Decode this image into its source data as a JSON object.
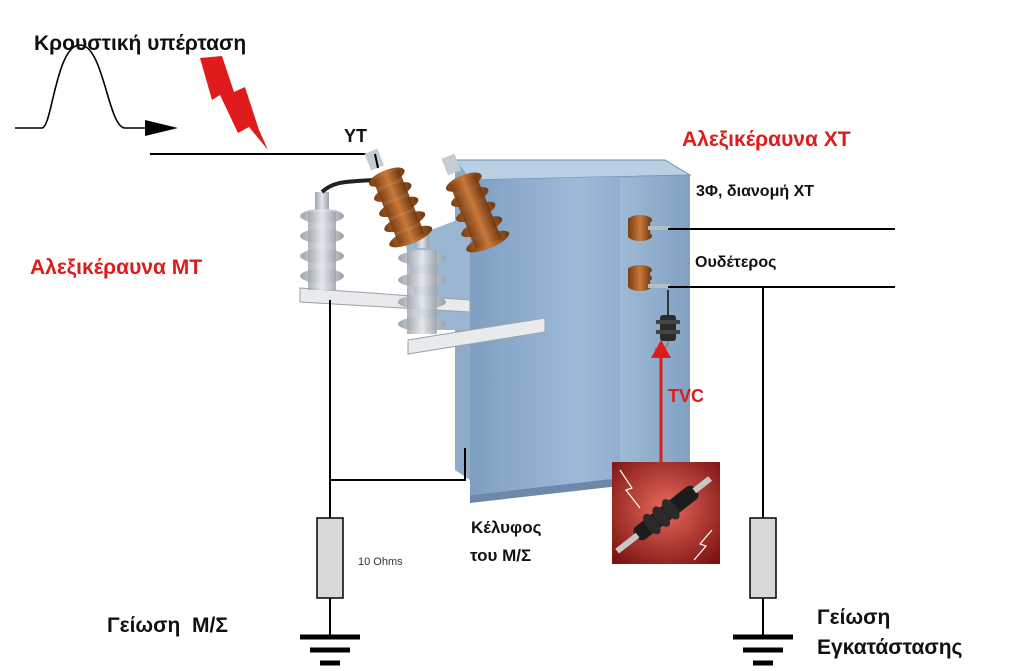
{
  "labels": {
    "impulse_surge": "Κρουστική υπέρταση",
    "ht": "ΥΤ",
    "lv_arrester": "Αλεξικέραυνα ΧΤ",
    "three_phase": "3Φ, διανομή ΧΤ",
    "neutral": "Ουδέτερος",
    "mv_arrester": "Αλεξικέραυνα ΜΤ",
    "tvc": "TVC",
    "tank_line1": "Κέλυφος",
    "tank_line2": "του Μ/Σ",
    "resistor_value": "10 Ohms",
    "substation_ground": "Γείωση  Μ/Σ",
    "installation_ground_line1": "Γείωση",
    "installation_ground_line2": "Εγκατάστασης"
  },
  "colors": {
    "accent_red": "#e01b1b",
    "tank_blue": "#8fb1d4",
    "bushing_brown": "#a85a1e",
    "insulator_grey": "#c9cfd6",
    "resistor_fill": "#d9d9d9",
    "wire": "#000000"
  },
  "icons": [
    "lightning-bolt-icon",
    "ground-symbol-icon",
    "surge-arrester-photo-icon"
  ]
}
